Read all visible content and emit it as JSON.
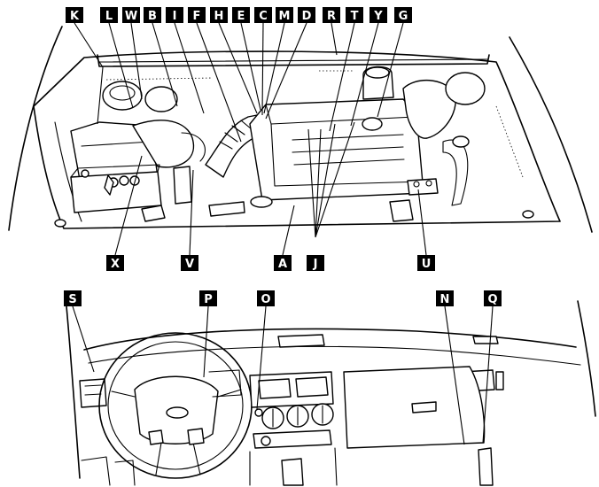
{
  "engine_labels": {
    "K": "K",
    "L": "L",
    "W": "W",
    "B": "B",
    "I": "I",
    "F": "F",
    "H": "H",
    "E": "E",
    "C": "C",
    "M": "M",
    "D": "D",
    "R": "R",
    "T": "T",
    "Y": "Y",
    "G": "G",
    "X": "X",
    "V": "V",
    "A": "A",
    "J": "J",
    "U": "U"
  },
  "dash_labels": {
    "S": "S",
    "P": "P",
    "O": "O",
    "N": "N",
    "Q": "Q"
  },
  "colors": {
    "ink": "#000000",
    "paper": "#ffffff"
  }
}
